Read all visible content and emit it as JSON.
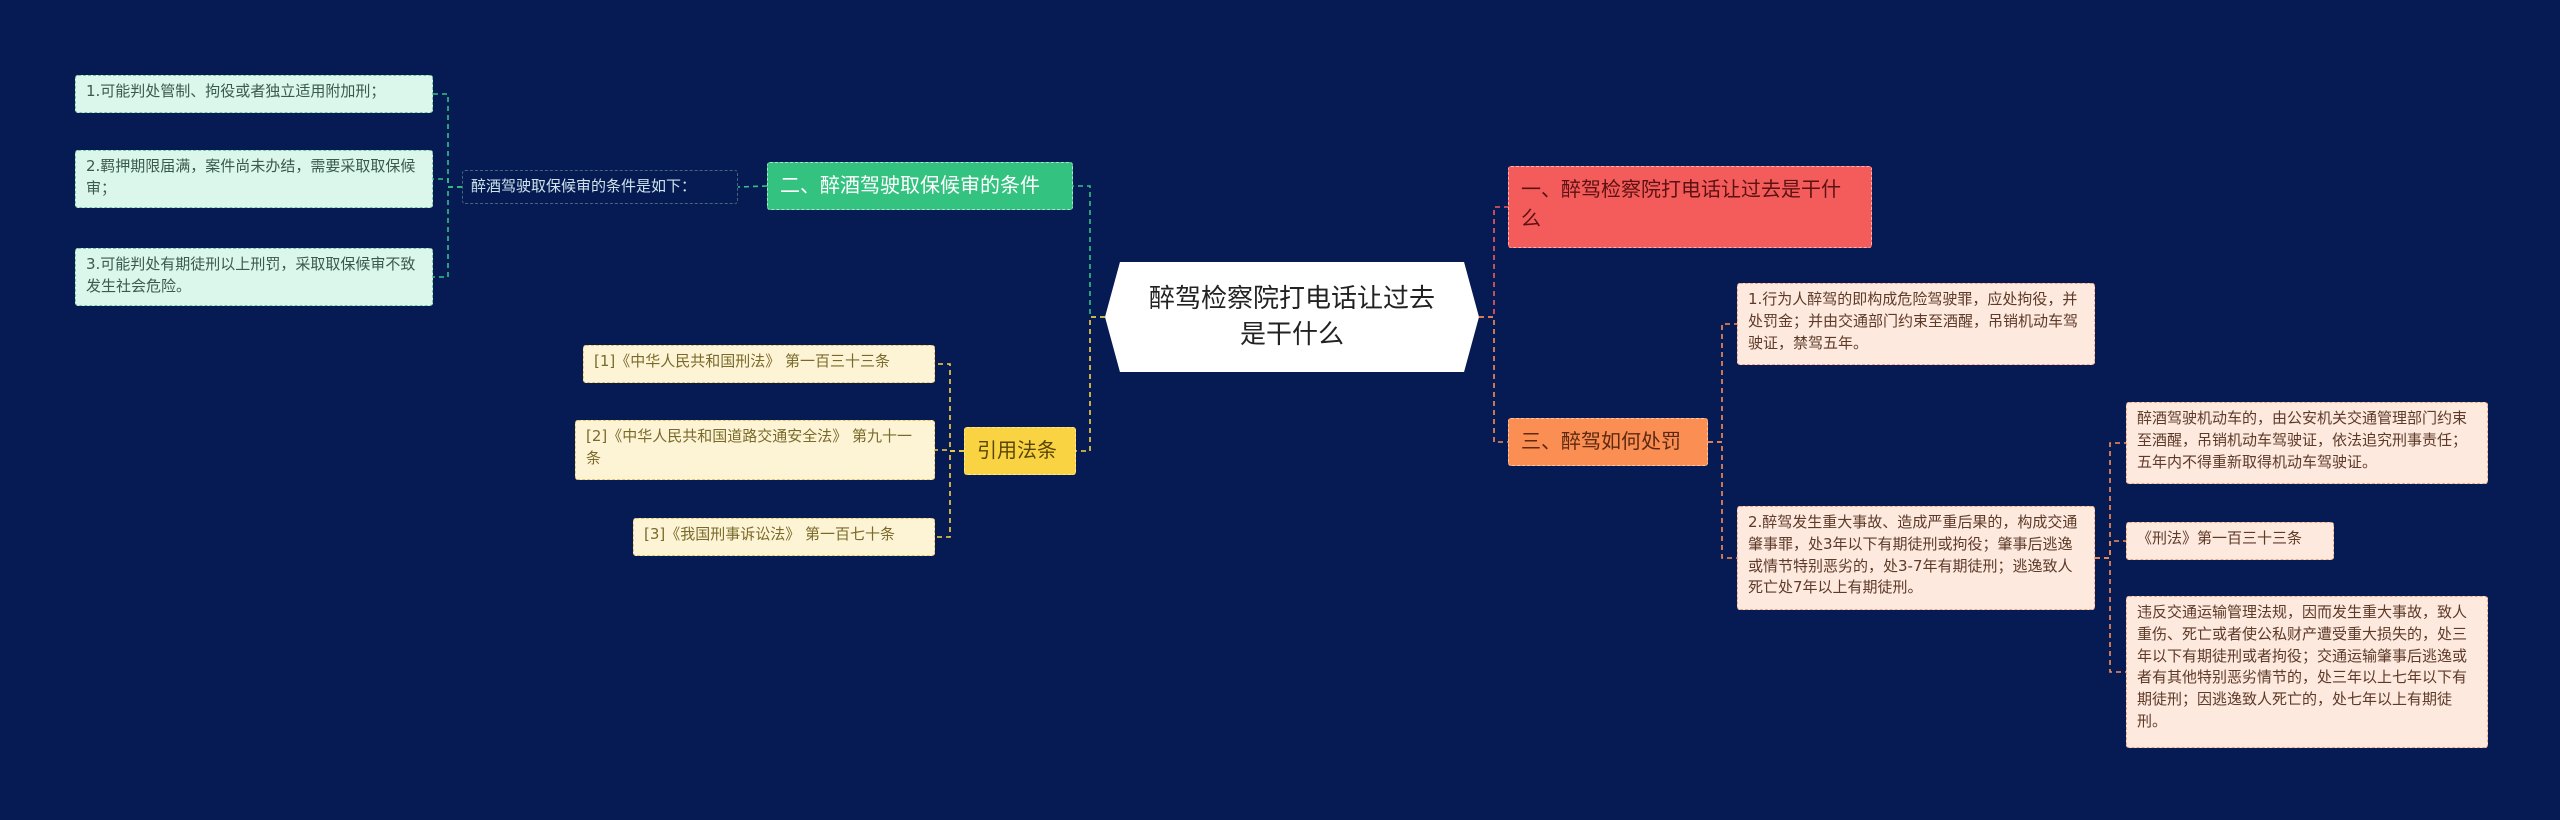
{
  "center": {
    "title": "醉驾检察院打电话让过去是干什么"
  },
  "branch_bail": {
    "label": "二、醉酒驾驶取保候审的条件",
    "intro": "醉酒驾驶取保候审的条件是如下：",
    "items": [
      "1.可能判处管制、拘役或者独立适用附加刑；",
      "2.羁押期限届满，案件尚未办结，需要采取取保候审；",
      "3.可能判处有期徒刑以上刑罚，采取取保候审不致发生社会危险。"
    ]
  },
  "branch_refs": {
    "label": "引用法条",
    "items": [
      "[1]《中华人民共和国刑法》 第一百三十三条",
      "[2]《中华人民共和国道路交通安全法》 第九十一条",
      "[3]《我国刑事诉讼法》 第一百七十条"
    ]
  },
  "branch_what": {
    "label": "一、醉驾检察院打电话让过去是干什么"
  },
  "branch_penalty": {
    "label": "三、醉驾如何处罚",
    "items": [
      "1.行为人醉驾的即构成危险驾驶罪，应处拘役，并处罚金；并由交通部门约束至酒醒，吊销机动车驾驶证，禁驾五年。",
      "2.醉驾发生重大事故、造成严重后果的，构成交通肇事罪，处3年以下有期徒刑或拘役；肇事后逃逸或情节特别恶劣的，处3-7年有期徒刑；逃逸致人死亡处7年以上有期徒刑。"
    ],
    "sub_items": [
      "醉酒驾驶机动车的，由公安机关交通管理部门约束至酒醒，吊销机动车驾驶证，依法追究刑事责任；五年内不得重新取得机动车驾驶证。",
      "《刑法》第一百三十三条",
      "违反交通运输管理法规，因而发生重大事故，致人重伤、死亡或者使公私财产遭受重大损失的，处三年以下有期徒刑或者拘役；交通运输肇事后逃逸或者有其他特别恶劣情节的，处三年以上七年以下有期徒刑；因逃逸致人死亡的，处七年以上有期徒刑。"
    ]
  },
  "colors": {
    "background": "#061b54",
    "green": "#34c281",
    "red": "#f45b5b",
    "orange": "#fb8e52",
    "yellow": "#f9d341"
  }
}
